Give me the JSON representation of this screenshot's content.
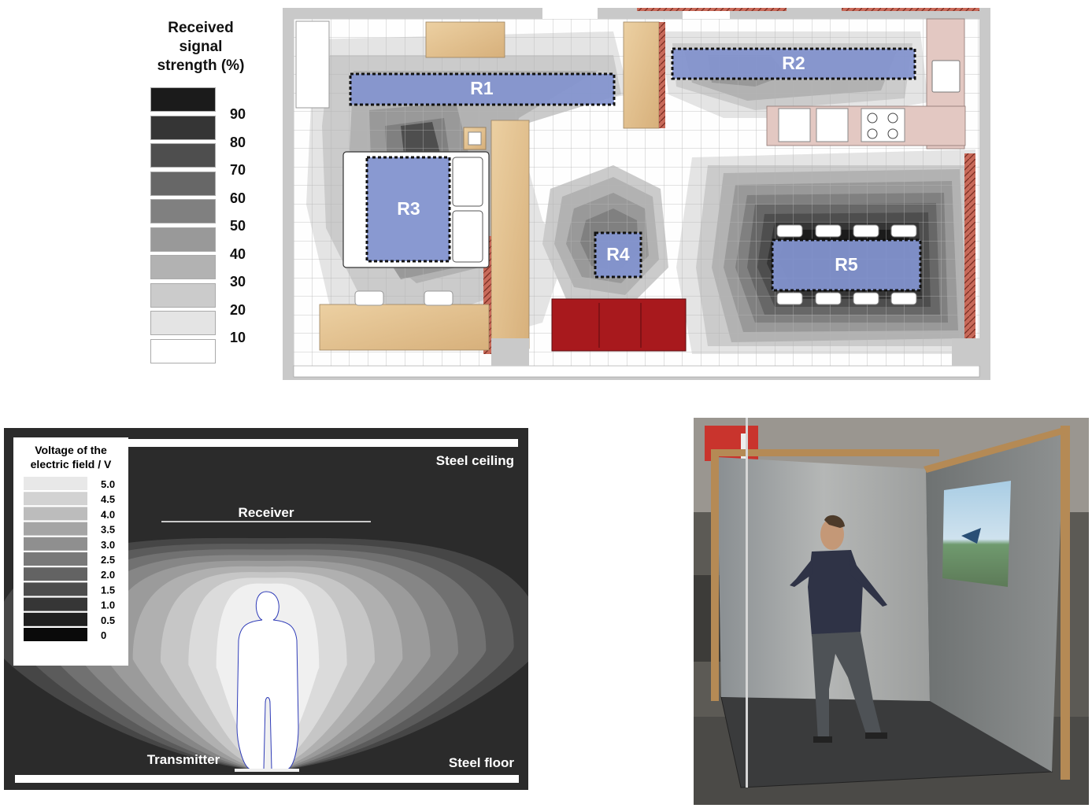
{
  "signal_legend": {
    "title_lines": [
      "Received",
      "signal",
      "strength (%)"
    ],
    "levels": [
      {
        "label": "90",
        "color": "#1b1b1b"
      },
      {
        "label": "80",
        "color": "#353535"
      },
      {
        "label": "70",
        "color": "#4e4e4e"
      },
      {
        "label": "60",
        "color": "#676767"
      },
      {
        "label": "50",
        "color": "#808080"
      },
      {
        "label": "40",
        "color": "#999999"
      },
      {
        "label": "30",
        "color": "#b2b2b2"
      },
      {
        "label": "20",
        "color": "#cbcbcb"
      },
      {
        "label": "10",
        "color": "#e4e4e4"
      },
      {
        "label": "",
        "color": "#ffffff"
      }
    ]
  },
  "floor_plan": {
    "regions": [
      "R1",
      "R2",
      "R3",
      "R4",
      "R5"
    ],
    "region_color": "#8394cf",
    "wood_color": "#e2c08d",
    "sofa_color": "#a8191d",
    "brick_color": "#c86a5a"
  },
  "field_diagram": {
    "background": "#2b2b2b",
    "legend_title_lines": [
      "Voltage of the",
      "electric field / V"
    ],
    "legend_levels": [
      "5.0",
      "4.5",
      "4.0",
      "3.5",
      "3.0",
      "2.5",
      "2.0",
      "1.5",
      "1.0",
      "0.5",
      "0"
    ],
    "labels": {
      "ceiling": "Steel ceiling",
      "receiver": "Receiver",
      "transmitter": "Transmitter",
      "floor": "Steel floor"
    }
  },
  "photo": {
    "description_icons": [
      "person-icon",
      "projection-screen-icon"
    ]
  }
}
